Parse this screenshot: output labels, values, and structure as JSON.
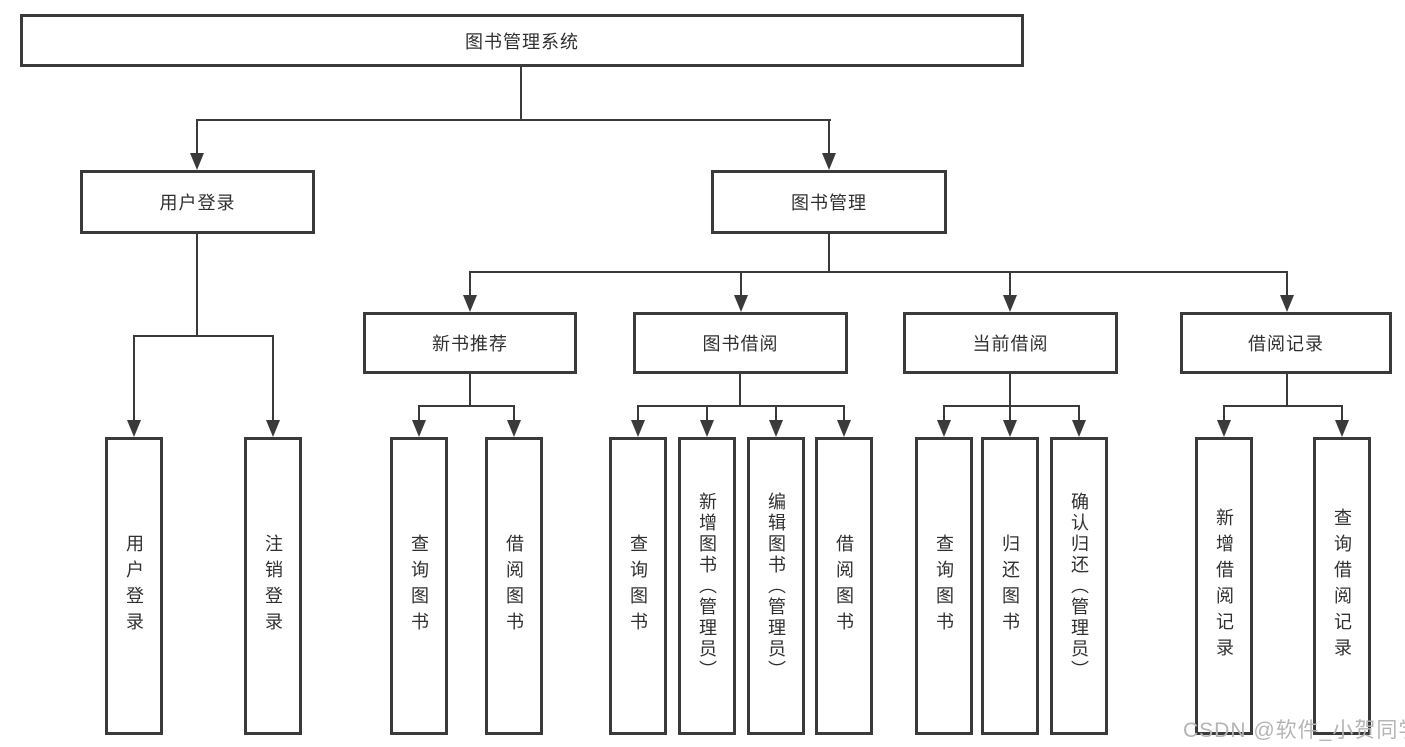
{
  "diagram": {
    "root": "图书管理系统",
    "level2": {
      "user_login": "用户登录",
      "book_management": "图书管理"
    },
    "level3": {
      "new_book": "新书推荐",
      "book_borrow": "图书借阅",
      "current_borrow": "当前借阅",
      "borrow_records": "借阅记录"
    },
    "leaves": {
      "user_login": [
        "用户登录",
        "注销登录"
      ],
      "new_book": [
        "查询图书",
        "借阅图书"
      ],
      "book_borrow": [
        "查询图书",
        "新增图书（管理员）",
        "编辑图书（管理员）",
        "借阅图书"
      ],
      "current_borrow": [
        "查询图书",
        "归还图书",
        "确认归还（管理员）"
      ],
      "borrow_records": [
        "新增借阅记录",
        "查询借阅记录"
      ]
    }
  },
  "watermark": {
    "text": "CSDN @软件_小贺同学",
    "color": "#b5b5b5"
  },
  "colors": {
    "line": "#3a3a3a",
    "text": "#303030",
    "background": "#ffffff"
  }
}
